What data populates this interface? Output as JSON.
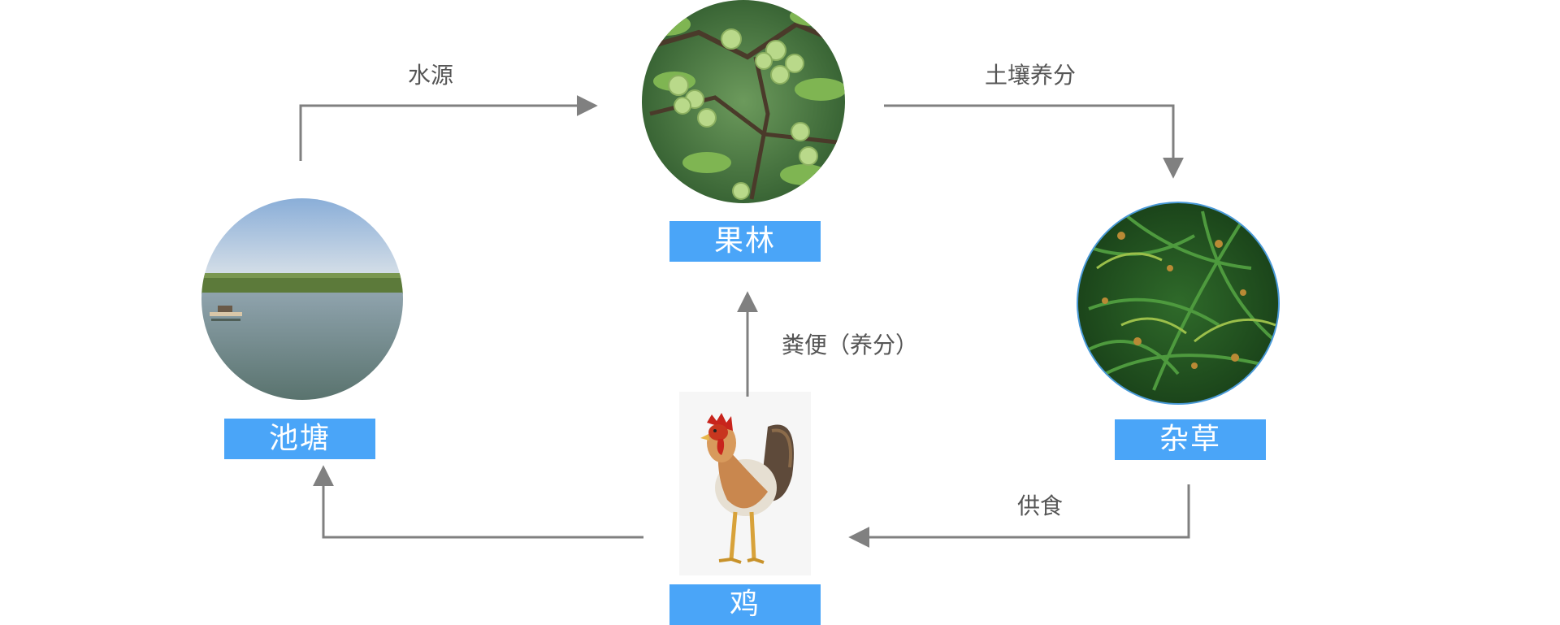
{
  "diagram": {
    "nodes": [
      {
        "id": "orchard",
        "label": "果林",
        "icon": "plum-orchard-photo"
      },
      {
        "id": "pond",
        "label": "池塘",
        "icon": "pond-photo"
      },
      {
        "id": "weeds",
        "label": "杂草",
        "icon": "grass-photo"
      },
      {
        "id": "chicken",
        "label": "鸡",
        "icon": "rooster-photo"
      }
    ],
    "edges": [
      {
        "from": "pond",
        "to": "orchard",
        "label": "水源"
      },
      {
        "from": "orchard",
        "to": "weeds",
        "label": "土壤养分"
      },
      {
        "from": "chicken",
        "to": "orchard",
        "label": "粪便（养分）"
      },
      {
        "from": "weeds",
        "to": "chicken",
        "label": "供食"
      },
      {
        "from": "chicken",
        "to": "pond",
        "label": ""
      }
    ]
  },
  "colors": {
    "label_bg": "#4aa5f8",
    "label_text": "#ffffff",
    "arrow": "#808080",
    "edge_text": "#555555"
  }
}
